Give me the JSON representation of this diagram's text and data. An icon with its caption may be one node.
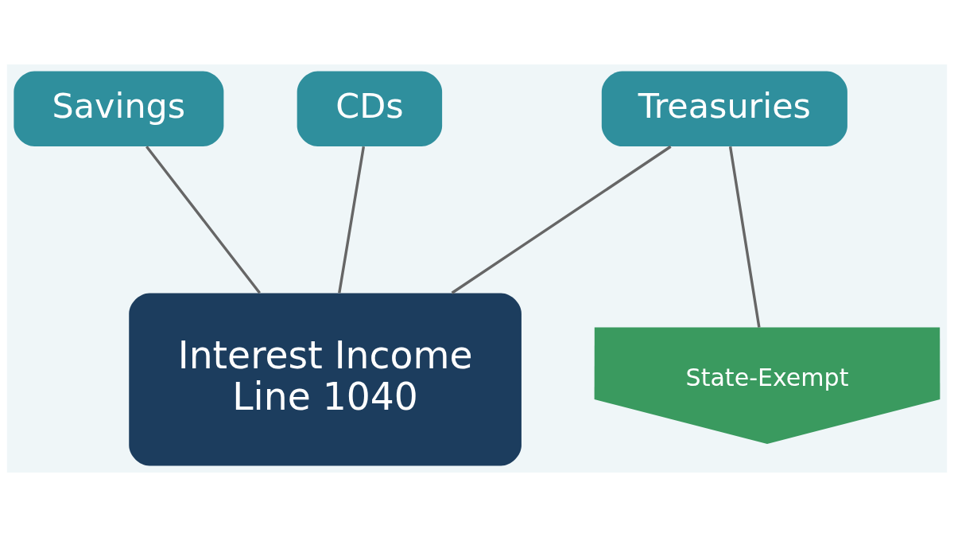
{
  "diagram": {
    "nodes": [
      {
        "text": [
          "Savings"
        ]
      },
      {
        "text": [
          "CDs"
        ]
      },
      {
        "text": [
          "Treasuries"
        ]
      },
      {
        "text": [
          "Interest Income",
          "Line 1040"
        ]
      },
      {
        "text": [
          "State-Exempt"
        ]
      }
    ],
    "edges": [
      {
        "from": 0,
        "to": 3,
        "arrow": "none"
      },
      {
        "from": 1,
        "to": 3,
        "arrow": "none"
      },
      {
        "from": 2,
        "to": 3,
        "arrow": "none"
      },
      {
        "from": 2,
        "to": 4,
        "arrow": "none"
      }
    ]
  }
}
